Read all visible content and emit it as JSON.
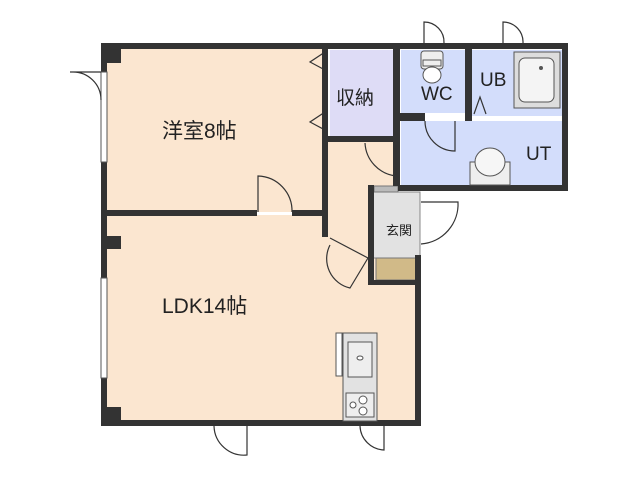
{
  "rooms": {
    "western_room": "洋室8帖",
    "ldk": "LDK14帖",
    "storage": "収納",
    "wc": "WC",
    "unit_bath": "UB",
    "utility": "UT",
    "entrance": "玄関"
  },
  "colors": {
    "living_floor": "#fbe6d0",
    "storage_floor": "#dedcf6",
    "wet_floor": "#d3ddfb",
    "entrance_floor": "#e2e2e2",
    "shoe_box": "#d1ba88",
    "wall": "#333333"
  }
}
